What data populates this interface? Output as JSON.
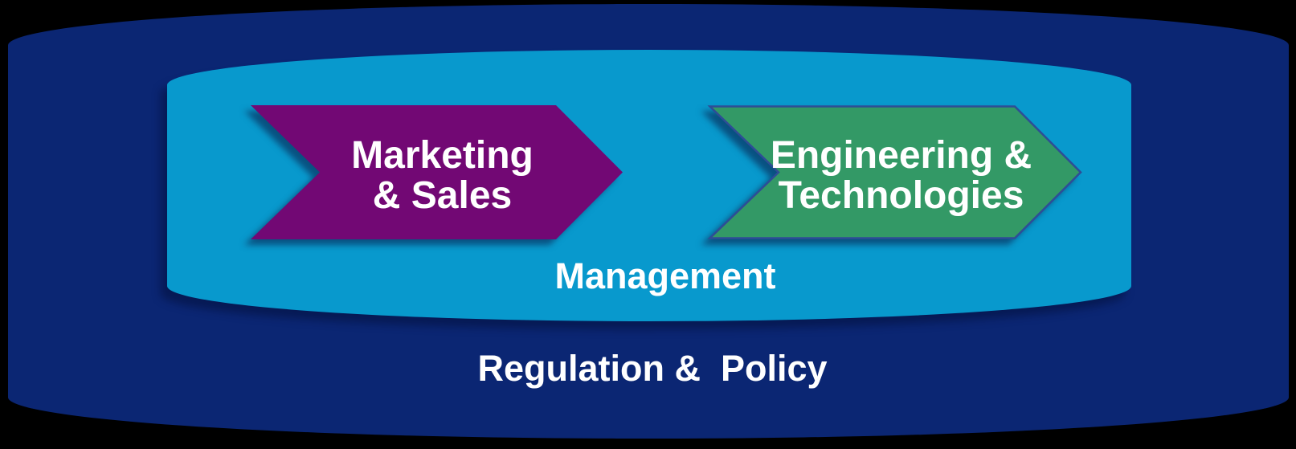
{
  "colors": {
    "background": "#000000",
    "navy": "#0b2673",
    "cyan": "#0899cd",
    "purple": "#720874",
    "green": "#339966",
    "green_border": "#2e4d96",
    "text": "#ffffff"
  },
  "outer_region": {
    "label": "Regulation &  Policy"
  },
  "inner_region": {
    "label": "Management"
  },
  "arrows": [
    {
      "lines": [
        "Marketing",
        "& Sales"
      ],
      "color": "#720874"
    },
    {
      "lines": [
        "Engineering &",
        "Technologies"
      ],
      "color": "#339966",
      "border_color": "#2e4d96"
    }
  ]
}
